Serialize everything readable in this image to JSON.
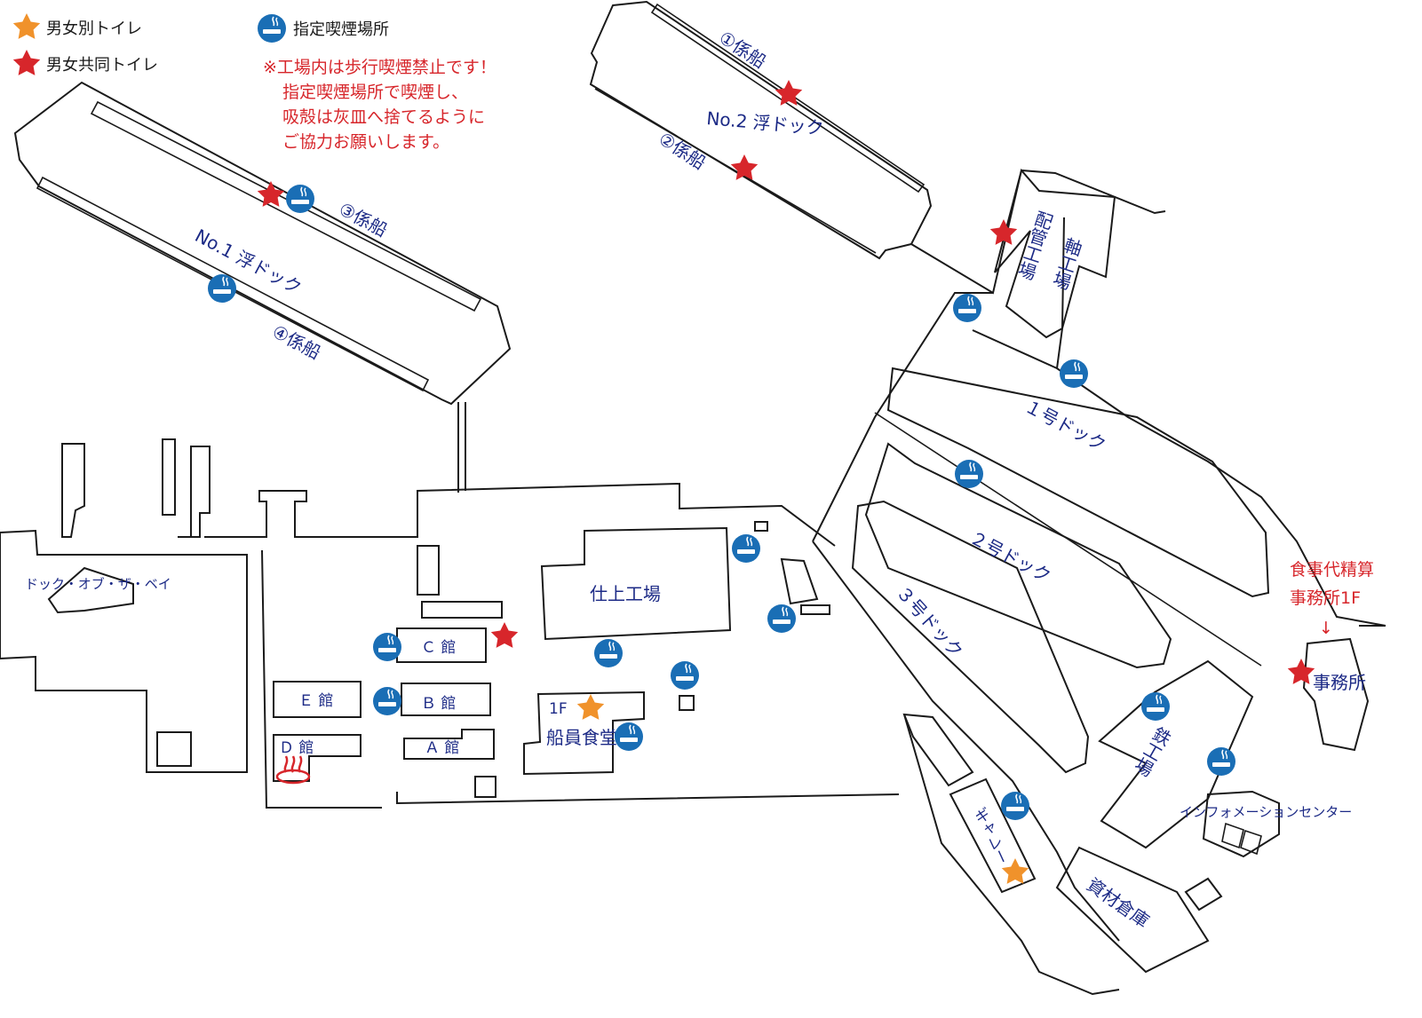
{
  "legend": {
    "separate_toilet": "男女別トイレ",
    "shared_toilet": "男女共同トイレ",
    "smoking_area": "指定喫煙場所",
    "notice": [
      "※工場内は歩行喫煙禁止です！",
      "指定喫煙場所で喫煙し、",
      "吸殻は灰皿へ捨てるように",
      "ご協力お願いします。"
    ]
  },
  "labels": {
    "no1_dock": "No.1 浮ドック",
    "no2_dock": "No.2 浮ドック",
    "mooring1": "①係船",
    "mooring2": "②係船",
    "mooring3": "③係船",
    "mooring4": "④係船",
    "pipe_shop": "配管工場",
    "shaft_shop": "軸工場",
    "dock1": "１号ドック",
    "dock2": "２号ドック",
    "dock3": "３号ドック",
    "dock_of_the_bay": "ドック・オブ・ザ・ベイ",
    "finishing_shop": "仕上工場",
    "bldg_c": "Ｃ 館",
    "bldg_b": "Ｂ 館",
    "bldg_a": "Ａ 館",
    "bldg_e": "Ｅ 館",
    "bldg_d": "Ｄ 館",
    "floor_1f": "1F",
    "crew_cafeteria": "船員食堂",
    "meal_payment": [
      "食事代精算",
      "事務所1F"
    ],
    "arrow": "↓",
    "office": "事務所",
    "steel_shop": "鉄工場",
    "info_center": "インフォメーションセンター",
    "gallery": "ギャレー",
    "materials_warehouse": "資材倉庫"
  },
  "icons": {
    "separate_toilet": "orange-star-icon",
    "shared_toilet": "red-star-icon",
    "smoking_area": "cigarette-icon",
    "hot_spring": "hot-spring-icon"
  },
  "colors": {
    "separate_toilet": "#f0922b",
    "shared_toilet": "#d7262b",
    "smoking_area": "#1a6eb5",
    "label": "#1c2a86",
    "notice": "#d7262b"
  }
}
